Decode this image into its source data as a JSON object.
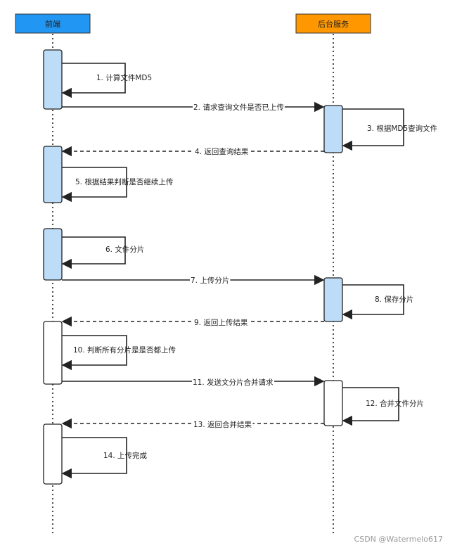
{
  "participants": [
    {
      "id": "fe",
      "label": "前端",
      "color": "#2196f3"
    },
    {
      "id": "be",
      "label": "后台服务",
      "color": "#ff9800"
    }
  ],
  "colors": {
    "activation_blue": "#bcdcf7",
    "activation_white": "#ffffff",
    "stroke": "#222222"
  },
  "messages": [
    {
      "label": "1. 计算文件MD5",
      "from": "fe",
      "to": "fe",
      "style": "self"
    },
    {
      "label": "2. 请求查询文件是否已上传",
      "from": "fe",
      "to": "be",
      "style": "solid"
    },
    {
      "label": "3. 根据MD5查询文件",
      "from": "be",
      "to": "be",
      "style": "self"
    },
    {
      "label": "4. 返回查询结果",
      "from": "be",
      "to": "fe",
      "style": "dashed"
    },
    {
      "label": "5. 根据结果判断是否继续上传",
      "from": "fe",
      "to": "fe",
      "style": "self"
    },
    {
      "label": "6. 文件分片",
      "from": "fe",
      "to": "fe",
      "style": "self"
    },
    {
      "label": "7. 上传分片",
      "from": "fe",
      "to": "be",
      "style": "solid"
    },
    {
      "label": "8. 保存分片",
      "from": "be",
      "to": "be",
      "style": "self"
    },
    {
      "label": "9. 返回上传结果",
      "from": "be",
      "to": "fe",
      "style": "dashed"
    },
    {
      "label": "10. 判断所有分片是是否都上传",
      "from": "fe",
      "to": "fe",
      "style": "self"
    },
    {
      "label": "11. 发送文分片合并请求",
      "from": "fe",
      "to": "be",
      "style": "solid"
    },
    {
      "label": "12. 合并文件分片",
      "from": "be",
      "to": "be",
      "style": "self"
    },
    {
      "label": "13. 返回合并结果",
      "from": "be",
      "to": "fe",
      "style": "dashed"
    },
    {
      "label": "14. 上传完成",
      "from": "fe",
      "to": "fe",
      "style": "self"
    }
  ],
  "watermark": "CSDN @Watermelo617"
}
